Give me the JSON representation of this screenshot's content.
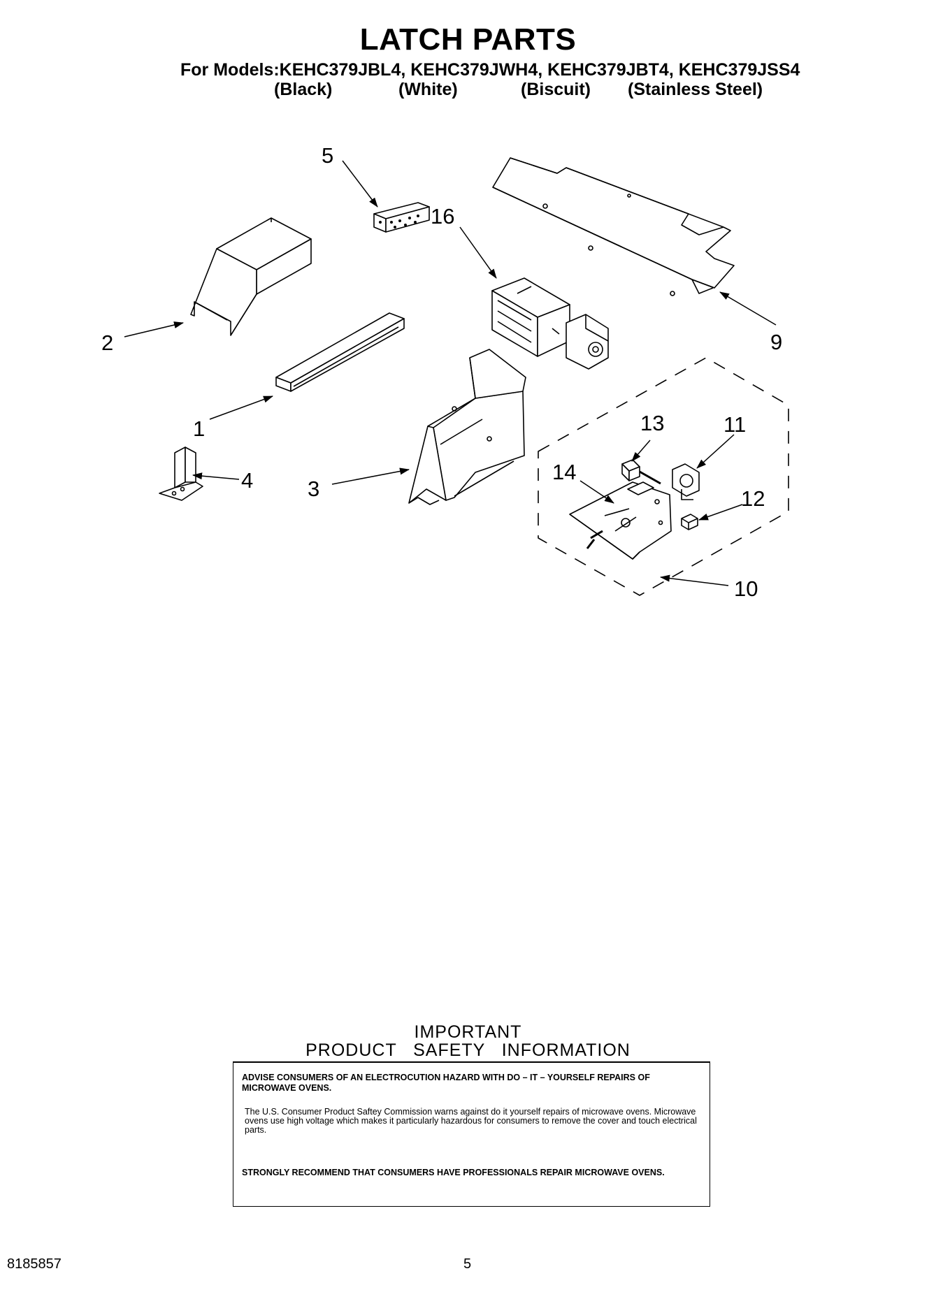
{
  "header": {
    "title": "LATCH PARTS",
    "models_line": "For Models:KEHC379JBL4, KEHC379JWH4, KEHC379JBT4, KEHC379JSS4",
    "colors": [
      "(Black)",
      "(White)",
      "(Biscuit)",
      "(Stainless Steel)"
    ]
  },
  "diagram": {
    "callouts": [
      "1",
      "2",
      "3",
      "4",
      "5",
      "9",
      "10",
      "11",
      "12",
      "13",
      "14",
      "16"
    ]
  },
  "safety": {
    "heading_1": "IMPORTANT",
    "heading_2": "PRODUCT   SAFETY   INFORMATION",
    "advise": "ADVISE CONSUMERS OF AN ELECTROCUTION HAZARD WITH DO – IT – YOURSELF REPAIRS OF MICROWAVE OVENS.",
    "body": "The U.S. Consumer Product Saftey Commission warns against do   it   yourself repairs of microwave ovens. Microwave ovens use high voltage which makes it particularly hazardous for consumers to remove the cover and touch electrical parts.",
    "recommend": "STRONGLY RECOMMEND THAT CONSUMERS HAVE PROFESSIONALS  REPAIR MICROWAVE OVENS."
  },
  "footer": {
    "part_number": "8185857",
    "page_number": "5"
  }
}
